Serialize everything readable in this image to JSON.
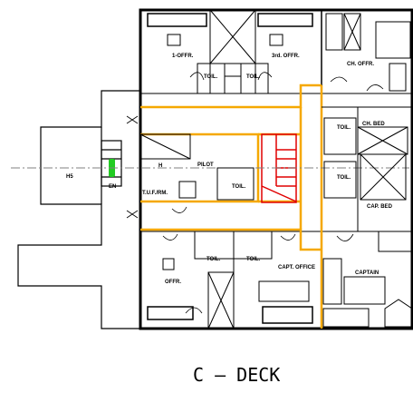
{
  "title": "C  –  DECK",
  "rooms": {
    "first_officer": "1-OFFR.",
    "third_officer": "3rd. OFFR.",
    "chief_officer": "CH. OFFR.",
    "chief_officer_bed": "CH. BED",
    "captain_bed": "CAP. BED",
    "captain": "CAPTAIN",
    "captain_office": "CAPT. OFFICE",
    "pilot": "PILOT",
    "officer_bottom": "OFFR.",
    "fitter_room": "T.U.F./RM.",
    "left_label": "H",
    "left_block_label": "H5",
    "green_label": "EN"
  },
  "toilets": {
    "toilet_a": "TOIL.",
    "toilet_b": "TOIL.",
    "toilet_c": "TOIL.",
    "toilet_d": "TOIL.",
    "toilet_e": "TOIL.",
    "toilet_f": "TOIL.",
    "toilet_g": "TOIL."
  },
  "colors": {
    "walls": "#000000",
    "corridor": "#f5a800",
    "stair": "#e00000",
    "green": "#22cc22",
    "centerline": "#808080"
  },
  "icons": [
    "door-swing-icon",
    "bed-icon",
    "desk-icon",
    "toilet-icon",
    "chair-icon"
  ]
}
